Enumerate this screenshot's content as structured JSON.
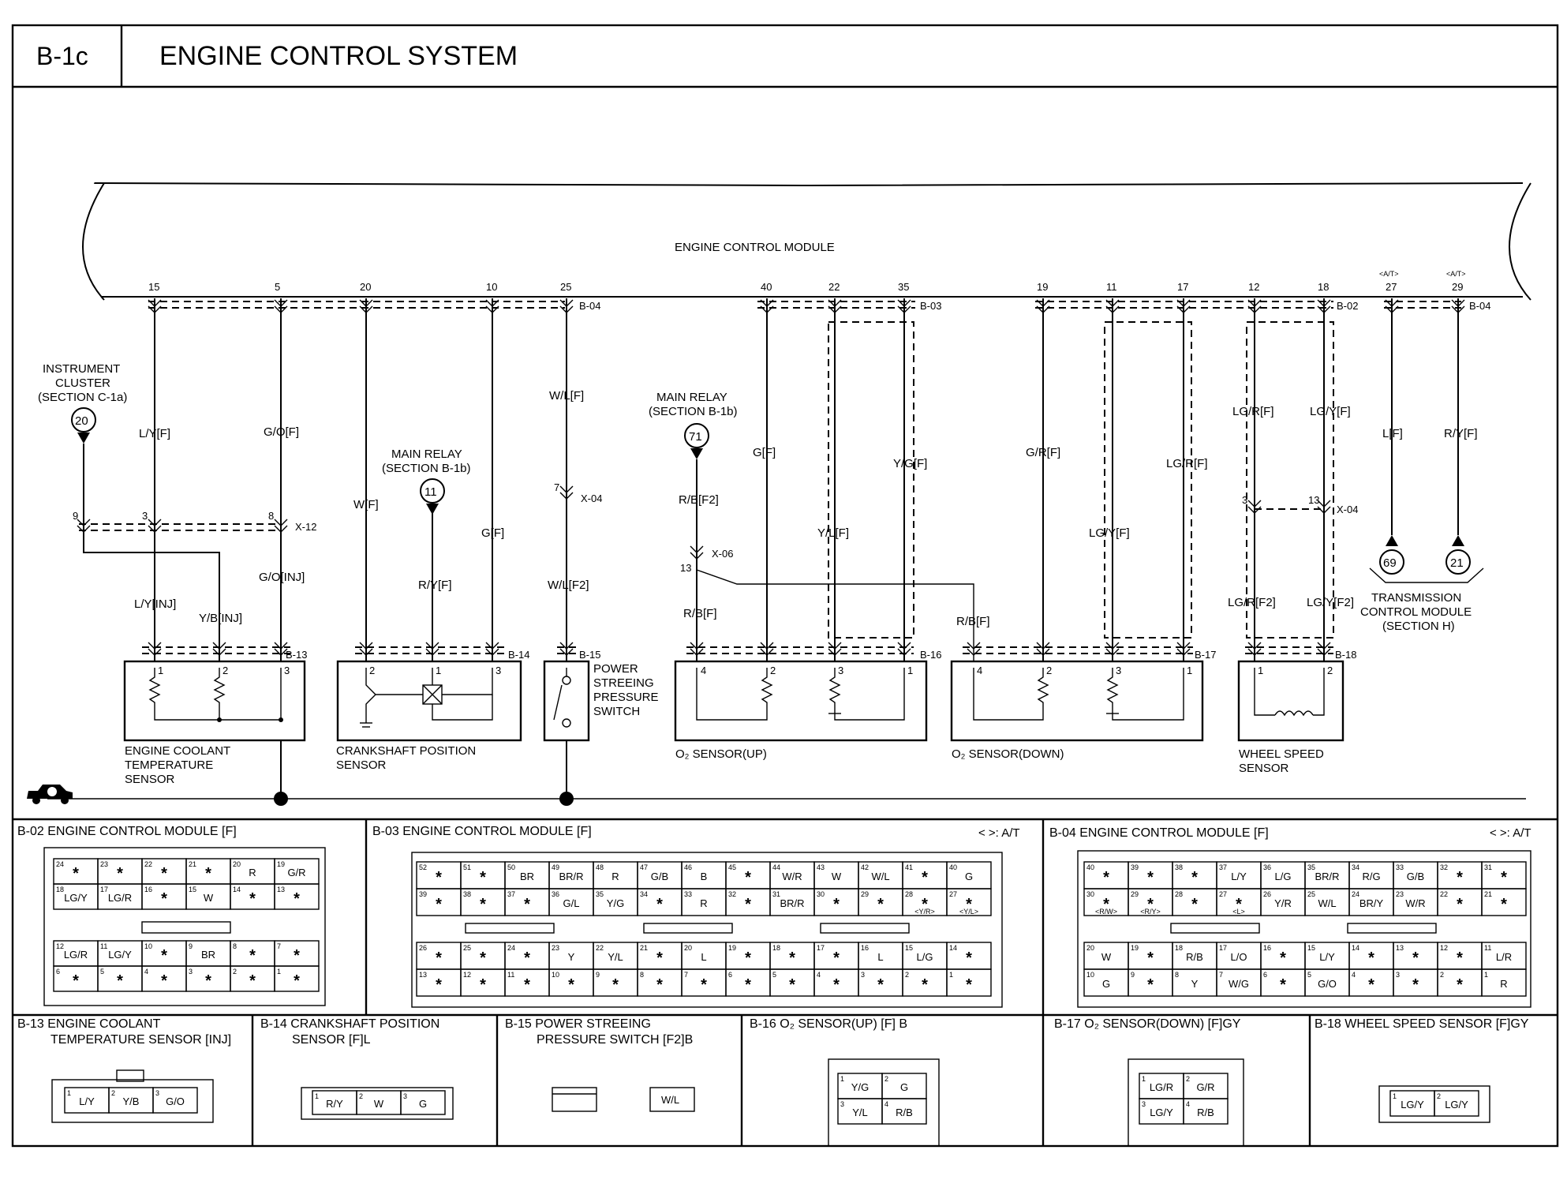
{
  "header": {
    "id": "B-1c",
    "title": "ENGINE CONTROL SYSTEM"
  },
  "ecm": {
    "title": "ENGINE CONTROL MODULE",
    "at_note": "<A/T>",
    "pins": [
      "15",
      "5",
      "20",
      "10",
      "25",
      "40",
      "22",
      "35",
      "19",
      "11",
      "17",
      "12",
      "18",
      "27",
      "29"
    ],
    "conn_b04a": "B-04",
    "conn_b03": "B-03",
    "conn_b02": "B-02",
    "conn_b04b": "B-04"
  },
  "refs": {
    "instrument_cluster": {
      "line1": "INSTRUMENT",
      "line2": "CLUSTER",
      "line3": "(SECTION C-1a)",
      "num": "20"
    },
    "main_relay_a": {
      "line1": "MAIN RELAY",
      "line2": "(SECTION B-1b)",
      "num": "11"
    },
    "main_relay_b": {
      "line1": "MAIN RELAY",
      "line2": "(SECTION B-1b)",
      "num": "71"
    },
    "tcm": {
      "num1": "69",
      "num2": "21",
      "line1": "TRANSMISSION",
      "line2": "CONTROL MODULE",
      "line3": "(SECTION H)"
    }
  },
  "wires": {
    "ly_f": "L/Y[F]",
    "go_f": "G/O[F]",
    "w_f": "W[F]",
    "g_f": "G[F]",
    "wl_f": "W/L[F]",
    "ry_f": "R/Y[F]",
    "rb_f2": "R/B[F2]",
    "rb_f": "R/B[F]",
    "rb_f_b": "R/B[F]",
    "g_f2": "G[F]",
    "yg_f": "Y/G[F]",
    "yl_f": "Y/L[F]",
    "gr_f": "G/R[F]",
    "lgr_f": "LG/R[F]",
    "lgy_f": "LG/Y[F]",
    "lgr_f_a": "LG/R[F]",
    "lgy_f_a": "LG/Y[F]",
    "lgr_f2": "LG/R[F2]",
    "lgy_f2": "LG/Y[F2]",
    "l_f": "L[F]",
    "ry_f_b": "R/Y[F]",
    "ly_inj": "L/Y[INJ]",
    "yb_inj": "Y/B[INJ]",
    "go_inj": "G/O[INJ]",
    "wl_f2": "W/L[F2]"
  },
  "joints": {
    "x12": "X-12",
    "x04a": "X-04",
    "x06": "X-06",
    "x04b": "X-04",
    "p9": "9",
    "p3": "3",
    "p8": "8",
    "p7": "7",
    "p13": "13",
    "p3b": "3",
    "p13b": "13"
  },
  "components": {
    "ect": {
      "conn": "B-13",
      "line1": "ENGINE COOLANT",
      "line2": "TEMPERATURE",
      "line3": "SENSOR"
    },
    "ckp": {
      "conn": "B-14",
      "line1": "CRANKSHAFT POSITION",
      "line2": "SENSOR"
    },
    "psp": {
      "conn": "B-15",
      "line1": "POWER",
      "line2": "STREEING",
      "line3": "PRESSURE",
      "line4": "SWITCH"
    },
    "o2up": {
      "conn": "B-16",
      "label": "O₂ SENSOR(UP)"
    },
    "o2down": {
      "conn": "B-17",
      "label": "O₂ SENSOR(DOWN)"
    },
    "wss": {
      "conn": "B-18",
      "line1": "WHEEL SPEED",
      "line2": "SENSOR"
    }
  },
  "connectors": {
    "at_legend": "< >: A/T",
    "b02": {
      "title": "B-02 ENGINE CONTROL MODULE [F]",
      "top": [
        [
          [
            "24",
            "*"
          ],
          [
            "23",
            "*"
          ],
          [
            "22",
            "*"
          ],
          [
            "21",
            "*"
          ],
          [
            "20",
            "R"
          ],
          [
            "19",
            "G/R"
          ]
        ],
        [
          [
            "18",
            "LG/Y"
          ],
          [
            "17",
            "LG/R"
          ],
          [
            "16",
            "*"
          ],
          [
            "15",
            "W"
          ],
          [
            "14",
            "*"
          ],
          [
            "13",
            "*"
          ]
        ]
      ],
      "bottom": [
        [
          [
            "12",
            "LG/R"
          ],
          [
            "11",
            "LG/Y"
          ],
          [
            "10",
            "*"
          ],
          [
            "9",
            "BR"
          ],
          [
            "8",
            "*"
          ],
          [
            "7",
            "*"
          ]
        ],
        [
          [
            "6",
            "*"
          ],
          [
            "5",
            "*"
          ],
          [
            "4",
            "*"
          ],
          [
            "3",
            "*"
          ],
          [
            "2",
            "*"
          ],
          [
            "1",
            "*"
          ]
        ]
      ]
    },
    "b03": {
      "title": "B-03 ENGINE CONTROL MODULE [F]",
      "top": [
        [
          [
            "52",
            "*"
          ],
          [
            "51",
            "*"
          ],
          [
            "50",
            "BR"
          ],
          [
            "49",
            "BR/R"
          ],
          [
            "48",
            "R"
          ],
          [
            "47",
            "G/B"
          ],
          [
            "46",
            "B"
          ],
          [
            "45",
            "*"
          ],
          [
            "44",
            "W/R"
          ],
          [
            "43",
            "W"
          ],
          [
            "42",
            "W/L"
          ],
          [
            "41",
            "*"
          ],
          [
            "40",
            "G"
          ]
        ],
        [
          [
            "39",
            "*"
          ],
          [
            "38",
            "*"
          ],
          [
            "37",
            "*"
          ],
          [
            "36",
            "G/L"
          ],
          [
            "35",
            "Y/G"
          ],
          [
            "34",
            "*"
          ],
          [
            "33",
            "R"
          ],
          [
            "32",
            "*"
          ],
          [
            "31",
            "BR/R"
          ],
          [
            "30",
            "*"
          ],
          [
            "29",
            "*"
          ],
          [
            "28",
            "* <Y/R>"
          ],
          [
            "27",
            "* <Y/L>"
          ]
        ]
      ],
      "bottom": [
        [
          [
            "26",
            "*"
          ],
          [
            "25",
            "*"
          ],
          [
            "24",
            "*"
          ],
          [
            "23",
            "Y"
          ],
          [
            "22",
            "Y/L"
          ],
          [
            "21",
            "*"
          ],
          [
            "20",
            "L"
          ],
          [
            "19",
            "*"
          ],
          [
            "18",
            "*"
          ],
          [
            "17",
            "*"
          ],
          [
            "16",
            "L"
          ],
          [
            "15",
            "L/G"
          ],
          [
            "14",
            "*"
          ]
        ],
        [
          [
            "13",
            "*"
          ],
          [
            "12",
            "*"
          ],
          [
            "11",
            "*"
          ],
          [
            "10",
            "*"
          ],
          [
            "9",
            "*"
          ],
          [
            "8",
            "*"
          ],
          [
            "7",
            "*"
          ],
          [
            "6",
            "*"
          ],
          [
            "5",
            "*"
          ],
          [
            "4",
            "*"
          ],
          [
            "3",
            "*"
          ],
          [
            "2",
            "*"
          ],
          [
            "1",
            "*"
          ]
        ]
      ]
    },
    "b04": {
      "title": "B-04 ENGINE CONTROL MODULE [F]",
      "top": [
        [
          [
            "40",
            "*"
          ],
          [
            "39",
            "*"
          ],
          [
            "38",
            "*"
          ],
          [
            "37",
            "L/Y"
          ],
          [
            "36",
            "L/G"
          ],
          [
            "35",
            "BR/R"
          ],
          [
            "34",
            "R/G"
          ],
          [
            "33",
            "G/B"
          ],
          [
            "32",
            "*"
          ],
          [
            "31",
            "*"
          ]
        ],
        [
          [
            "30",
            "* <R/W>"
          ],
          [
            "29",
            "* <R/Y>"
          ],
          [
            "28",
            "*"
          ],
          [
            "27",
            "* <L>"
          ],
          [
            "26",
            "Y/R"
          ],
          [
            "25",
            "W/L"
          ],
          [
            "24",
            "BR/Y"
          ],
          [
            "23",
            "W/R"
          ],
          [
            "22",
            "*"
          ],
          [
            "21",
            "*"
          ]
        ]
      ],
      "bottom": [
        [
          [
            "20",
            "W"
          ],
          [
            "19",
            "*"
          ],
          [
            "18",
            "R/B"
          ],
          [
            "17",
            "L/O"
          ],
          [
            "16",
            "*"
          ],
          [
            "15",
            "L/Y"
          ],
          [
            "14",
            "*"
          ],
          [
            "13",
            "*"
          ],
          [
            "12",
            "*"
          ],
          [
            "11",
            "L/R"
          ]
        ],
        [
          [
            "10",
            "G"
          ],
          [
            "9",
            "*"
          ],
          [
            "8",
            "Y"
          ],
          [
            "7",
            "W/G"
          ],
          [
            "6",
            "*"
          ],
          [
            "5",
            "G/O"
          ],
          [
            "4",
            "*"
          ],
          [
            "3",
            "*"
          ],
          [
            "2",
            "*"
          ],
          [
            "1",
            "R"
          ]
        ]
      ]
    },
    "b13": {
      "title1": "B-13 ENGINE COOLANT",
      "title2": "TEMPERATURE SENSOR [INJ]",
      "cells": [
        [
          "1",
          "L/Y"
        ],
        [
          "2",
          "Y/B"
        ],
        [
          "3",
          "G/O"
        ]
      ]
    },
    "b14": {
      "title1": "B-14 CRANKSHAFT POSITION",
      "title2": "SENSOR [F]L",
      "cells": [
        [
          "1",
          "R/Y"
        ],
        [
          "2",
          "W"
        ],
        [
          "3",
          "G"
        ]
      ]
    },
    "b15": {
      "title1": "B-15 POWER STREEING",
      "title2": "PRESSURE SWITCH [F2]B",
      "cell": "W/L"
    },
    "b16": {
      "title": "B-16 O₂ SENSOR(UP) [F] B",
      "cells": [
        [
          "1",
          "Y/G"
        ],
        [
          "2",
          "G"
        ],
        [
          "3",
          "Y/L"
        ],
        [
          "4",
          "R/B"
        ]
      ]
    },
    "b17": {
      "title": "B-17 O₂ SENSOR(DOWN) [F]GY",
      "cells": [
        [
          "1",
          "LG/R"
        ],
        [
          "2",
          "G/R"
        ],
        [
          "3",
          "LG/Y"
        ],
        [
          "4",
          "R/B"
        ]
      ]
    },
    "b18": {
      "title": "B-18 WHEEL SPEED SENSOR [F]GY",
      "cells": [
        [
          "1",
          "LG/Y"
        ],
        [
          "2",
          "LG/Y"
        ]
      ]
    }
  }
}
